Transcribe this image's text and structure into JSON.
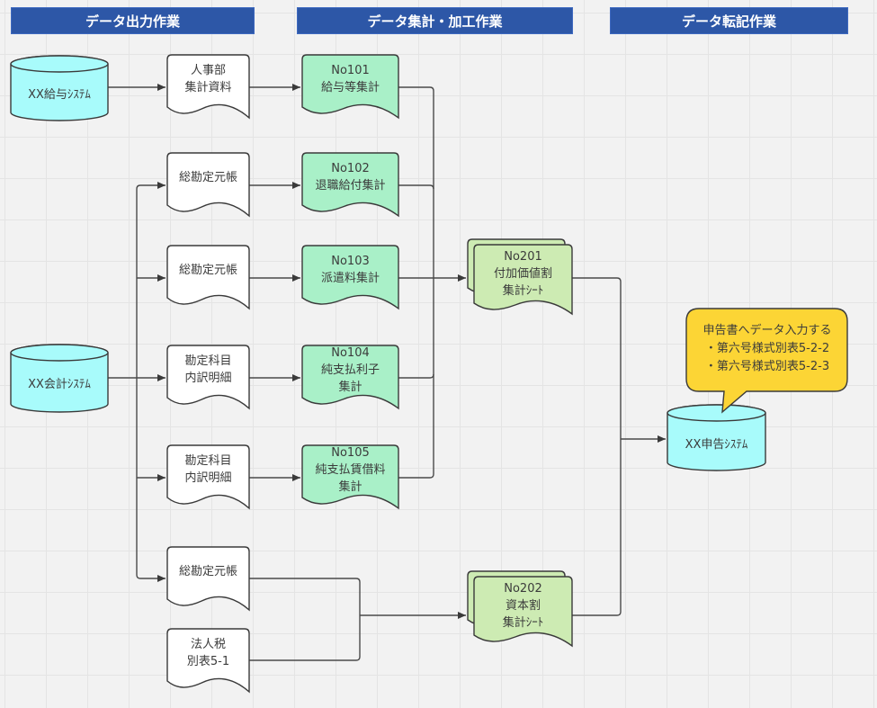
{
  "headers": {
    "output": "データ出力作業",
    "aggregate": "データ集計・加工作業",
    "transfer": "データ転記作業"
  },
  "systems": {
    "payroll": "XX給与ｼｽﾃﾑ",
    "accounting": "XX会計ｼｽﾃﾑ",
    "filing": "XX申告ｼｽﾃﾑ"
  },
  "sources": [
    {
      "lines": [
        "人事部",
        "集計資料"
      ]
    },
    {
      "lines": [
        "総勘定元帳"
      ]
    },
    {
      "lines": [
        "総勘定元帳"
      ]
    },
    {
      "lines": [
        "勘定科目",
        "内訳明細"
      ]
    },
    {
      "lines": [
        "勘定科目",
        "内訳明細"
      ]
    },
    {
      "lines": [
        "総勘定元帳"
      ]
    },
    {
      "lines": [
        "法人税",
        "別表5-1"
      ]
    }
  ],
  "aggregations": [
    {
      "lines": [
        "No101",
        "給与等集計"
      ]
    },
    {
      "lines": [
        "No102",
        "退職給付集計"
      ]
    },
    {
      "lines": [
        "No103",
        "派遣料集計"
      ]
    },
    {
      "lines": [
        "No104",
        "純支払利子",
        "集計"
      ]
    },
    {
      "lines": [
        "No105",
        "純支払賃借料",
        "集計"
      ]
    }
  ],
  "sheets": [
    {
      "lines": [
        "No201",
        "付加価値割",
        "集計ｼｰﾄ"
      ]
    },
    {
      "lines": [
        "No202",
        "資本割",
        "集計ｼｰﾄ"
      ]
    }
  ],
  "callout": {
    "lines": [
      "申告書へデータ入力する",
      "・第六号様式別表5-2-2",
      "・第六号様式別表5-2-3"
    ]
  },
  "colors": {
    "header": "#2d57a7",
    "system_fill": "#a8fbfb",
    "aggregation_fill": "#a9f0c8",
    "sheet_fill": "#cdebb3",
    "callout_fill": "#fcd535",
    "source_fill": "#ffffff",
    "stroke": "#3a3a3a"
  }
}
